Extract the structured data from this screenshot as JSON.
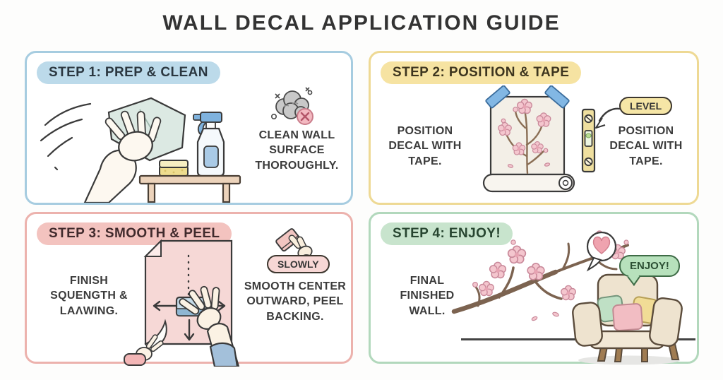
{
  "title": "WALL DECAL APPLICATION GUIDE",
  "ink": "#3b3b3b",
  "steps": [
    {
      "header": "STEP 1: PREP & CLEAN",
      "caption": "CLEAN WALL\nSURFACE\nTHOROUGHLY.",
      "accent": "#a6cce0",
      "pill_bg": "#bcdaea"
    },
    {
      "header": "STEP 2: POSITION & TAPE",
      "caption_left": "POSITION\nDECAL WITH\nTAPE.",
      "badge": "LEVEL",
      "badge_bg": "#f6e6a6",
      "caption_right": "POSITION\nDECAL WITH\nTAPE.",
      "accent": "#eed994",
      "pill_bg": "#f6e3a2"
    },
    {
      "header": "STEP 3: SMOOTH & PEEL",
      "caption_left": "FINISH\nSQUENGTH &\nLAΛWING.",
      "badge": "SLOWLY",
      "badge_bg": "#f7d7d5",
      "caption_right": "SMOOTH CENTER\nOUTWARD, PEEL\nBACKING.",
      "accent": "#ecb2ad",
      "pill_bg": "#f3c3bf"
    },
    {
      "header": "STEP 4: ENJOY!",
      "caption_left": "FINAL\nFINISHED\nWALL.",
      "bubble": "ENJOY!",
      "bubble_bg": "#b7e1bc",
      "accent": "#b2d8bc",
      "pill_bg": "#c8e4cd"
    }
  ],
  "icons": {
    "step1": [
      "motion-lines",
      "cleaning-cloth",
      "wiping-hand",
      "spray-bottle",
      "sponge",
      "table",
      "dust-cloud-blocked"
    ],
    "step2": [
      "decal-sheet",
      "tape-corner",
      "cherry-blossom",
      "paper-roll",
      "spirit-level",
      "arrow-to-level"
    ],
    "step3": [
      "decal-sheet-peel",
      "fold-corner",
      "spread-arrows",
      "squeegee",
      "smoothing-hand",
      "peeling-hand",
      "squeegee-hand"
    ],
    "step4": [
      "cherry-blossom-branch",
      "heart-speech-bubble",
      "enjoy-speech-bubble",
      "armchair",
      "floor-line"
    ]
  }
}
